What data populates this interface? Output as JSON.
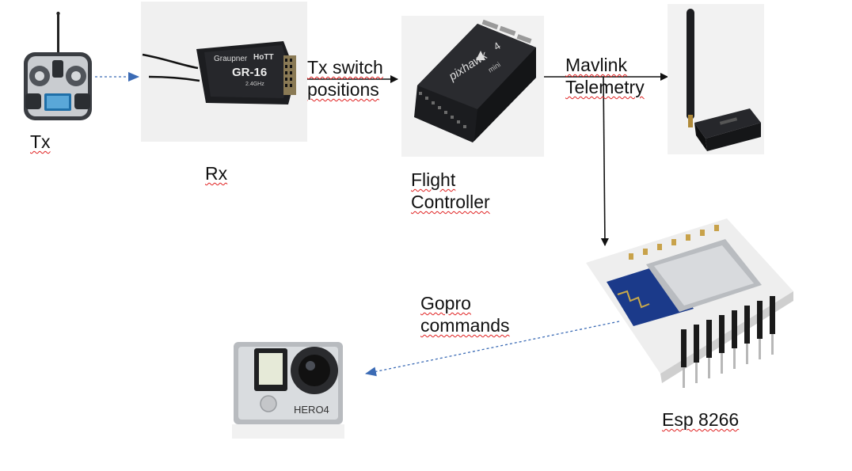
{
  "labels": {
    "tx": "Tx",
    "rx": "Rx",
    "tx_switch_line1": "Tx switch",
    "tx_switch_line2": "positions",
    "flight_line1": "Flight",
    "flight_line2": "Controller",
    "mavlink_line1": "Mavlink",
    "mavlink_line2": "Telemetry",
    "gopro_line1": "Gopro",
    "gopro_line2": "commands",
    "esp": "Esp 8266"
  },
  "device_text": {
    "rx_brand": "Graupner",
    "rx_brand2": "HoTT",
    "rx_model": "GR-16",
    "rx_band": "2.4GHz",
    "fc_brand": "pixhawk",
    "fc_version": "4",
    "fc_sub": "mini",
    "gopro_model": "HERO4"
  },
  "colors": {
    "arrow_black": "#111111",
    "arrow_blue": "#3b6bb5",
    "spell_underline": "#e02020"
  }
}
